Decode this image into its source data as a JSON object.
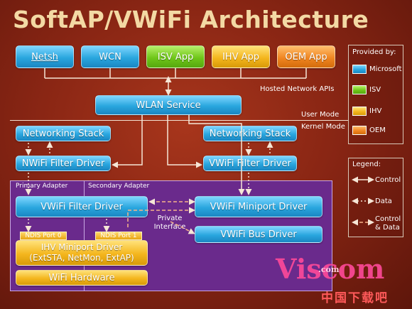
{
  "title": "SoftAP/VWiFi Architecture",
  "apps": [
    {
      "label": "Netsh",
      "kind": "ms"
    },
    {
      "label": "WCN",
      "kind": "ms"
    },
    {
      "label": "ISV App",
      "kind": "isv"
    },
    {
      "label": "IHV App",
      "kind": "ihv"
    },
    {
      "label": "OEM App",
      "kind": "oem"
    }
  ],
  "hosted_api_label": "Hosted Network APIs",
  "wlan_service": "WLAN Service",
  "mode_labels": {
    "user": "User Mode",
    "kernel": "Kernel Mode"
  },
  "networking_stack_left": "Networking Stack",
  "networking_stack_right": "Networking Stack",
  "nwifi_filter": "NWiFi Filter Driver",
  "vwifi_filter_upper": "VWiFi Filter Driver",
  "primary_adapter": "Primary Adapter",
  "secondary_adapter": "Secondary Adapter",
  "vwifi_filter_lower": "VWiFi Filter Driver",
  "vwifi_miniport": "VWiFi Miniport Driver",
  "private_interface": "Private\nInterface",
  "vwifi_bus": "VWiFi Bus Driver",
  "ndis_port0": "NDIS Port 0",
  "ndis_port1": "NDIS Port 1",
  "ihv_miniport_line1": "IHV Miniport Driver",
  "ihv_miniport_line2": "(ExtSTA, NetMon, ExtAP)",
  "wifi_hardware": "WiFi Hardware",
  "provided_by": {
    "title": "Provided by:",
    "items": [
      {
        "label": "Microsoft",
        "color": "#29a6de"
      },
      {
        "label": "ISV",
        "color": "#6fc619"
      },
      {
        "label": "IHV",
        "color": "#f4b61e"
      },
      {
        "label": "OEM",
        "color": "#f08621"
      }
    ]
  },
  "legend": {
    "title": "Legend:",
    "items": [
      {
        "label": "Control",
        "style": "solid"
      },
      {
        "label": "Data",
        "style": "dotted"
      },
      {
        "label": "Control\n& Data",
        "style": "dashed"
      }
    ]
  },
  "watermark": {
    "brand": "Viscom",
    "suffix": ".com",
    "cn": "中国下载吧"
  }
}
